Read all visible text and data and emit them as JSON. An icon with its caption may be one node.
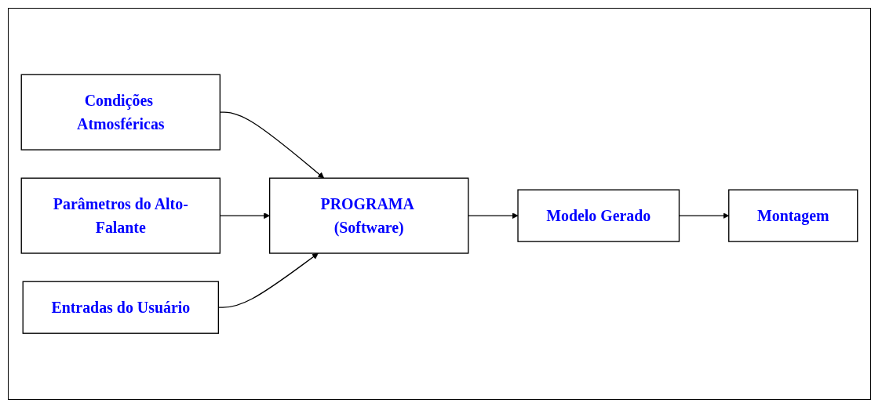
{
  "diagram": {
    "nodes": [
      {
        "text": [
          "Condições Atmosféricas"
        ]
      },
      {
        "text": [
          "Parâmetros do Alto-Falante"
        ]
      },
      {
        "text": [
          "PROGRAMA (Software)"
        ]
      },
      {
        "text": [
          "Modelo Gerado"
        ]
      },
      {
        "text": [
          "Montagem"
        ]
      },
      {
        "text": [
          "Entradas do Usuário"
        ]
      }
    ],
    "edges": [
      {
        "from": 0,
        "to": 2,
        "arrow": "to"
      },
      {
        "from": 1,
        "to": 2,
        "arrow": "to"
      },
      {
        "from": 2,
        "to": 3,
        "arrow": "to"
      },
      {
        "from": 3,
        "to": 4,
        "arrow": "to"
      },
      {
        "from": 5,
        "to": 2,
        "arrow": "to"
      }
    ]
  }
}
